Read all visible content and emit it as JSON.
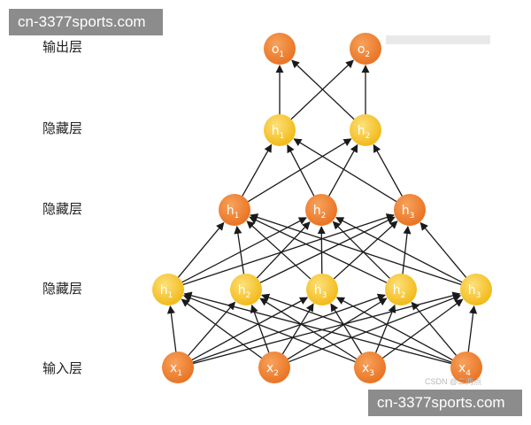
{
  "watermark": {
    "top": "cn-3377sports.com",
    "bottom": "cn-3377sports.com"
  },
  "credit": "CSDN @二两点",
  "colors": {
    "orange": "#ee7a2a",
    "yellow": "#f5c21a",
    "edge": "#1a1a1a",
    "label": "#ffffff"
  },
  "layers": [
    {
      "label": "输出层",
      "color": "orange",
      "nodes": [
        {
          "base": "o",
          "sub": "1"
        },
        {
          "base": "o",
          "sub": "2"
        }
      ]
    },
    {
      "label": "隐藏层",
      "color": "yellow",
      "nodes": [
        {
          "base": "h",
          "sub": "1"
        },
        {
          "base": "h",
          "sub": "2"
        }
      ]
    },
    {
      "label": "隐藏层",
      "color": "orange",
      "nodes": [
        {
          "base": "h",
          "sub": "1"
        },
        {
          "base": "h",
          "sub": "2"
        },
        {
          "base": "h",
          "sub": "3"
        }
      ]
    },
    {
      "label": "隐藏层",
      "color": "yellow",
      "nodes": [
        {
          "base": "h",
          "sub": "1"
        },
        {
          "base": "h",
          "sub": "2"
        },
        {
          "base": "h",
          "sub": "3"
        },
        {
          "base": "h",
          "sub": "2"
        },
        {
          "base": "h",
          "sub": "3"
        }
      ]
    },
    {
      "label": "输入层",
      "color": "orange",
      "nodes": [
        {
          "base": "x",
          "sub": "1"
        },
        {
          "base": "x",
          "sub": "2"
        },
        {
          "base": "x",
          "sub": "3"
        },
        {
          "base": "x",
          "sub": "4"
        }
      ]
    }
  ]
}
